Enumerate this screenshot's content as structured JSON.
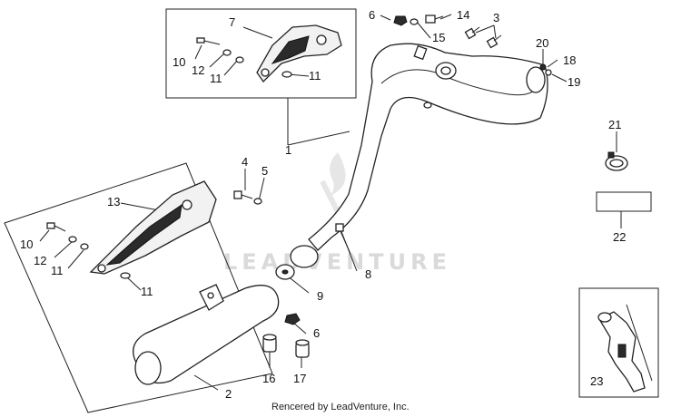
{
  "diagram": {
    "callouts": [
      {
        "id": "c1",
        "text": "1"
      },
      {
        "id": "c2",
        "text": "2"
      },
      {
        "id": "c3",
        "text": "3"
      },
      {
        "id": "c4",
        "text": "4"
      },
      {
        "id": "c5",
        "text": "5"
      },
      {
        "id": "c6a",
        "text": "6"
      },
      {
        "id": "c6b",
        "text": "6"
      },
      {
        "id": "c7",
        "text": "7"
      },
      {
        "id": "c8",
        "text": "8"
      },
      {
        "id": "c9",
        "text": "9"
      },
      {
        "id": "c10a",
        "text": "10"
      },
      {
        "id": "c10b",
        "text": "10"
      },
      {
        "id": "c11a",
        "text": "11"
      },
      {
        "id": "c11b",
        "text": "11"
      },
      {
        "id": "c11c",
        "text": "11"
      },
      {
        "id": "c11d",
        "text": "11"
      },
      {
        "id": "c12a",
        "text": "12"
      },
      {
        "id": "c12b",
        "text": "12"
      },
      {
        "id": "c13",
        "text": "13"
      },
      {
        "id": "c14",
        "text": "14"
      },
      {
        "id": "c15",
        "text": "15"
      },
      {
        "id": "c16",
        "text": "16"
      },
      {
        "id": "c17",
        "text": "17"
      },
      {
        "id": "c18",
        "text": "18"
      },
      {
        "id": "c19",
        "text": "19"
      },
      {
        "id": "c20",
        "text": "20"
      },
      {
        "id": "c21",
        "text": "21"
      },
      {
        "id": "c22",
        "text": "22"
      },
      {
        "id": "c23",
        "text": "23"
      }
    ],
    "watermark": "LEADVENTURE",
    "footer": "Rencered by LeadVenture, Inc."
  }
}
